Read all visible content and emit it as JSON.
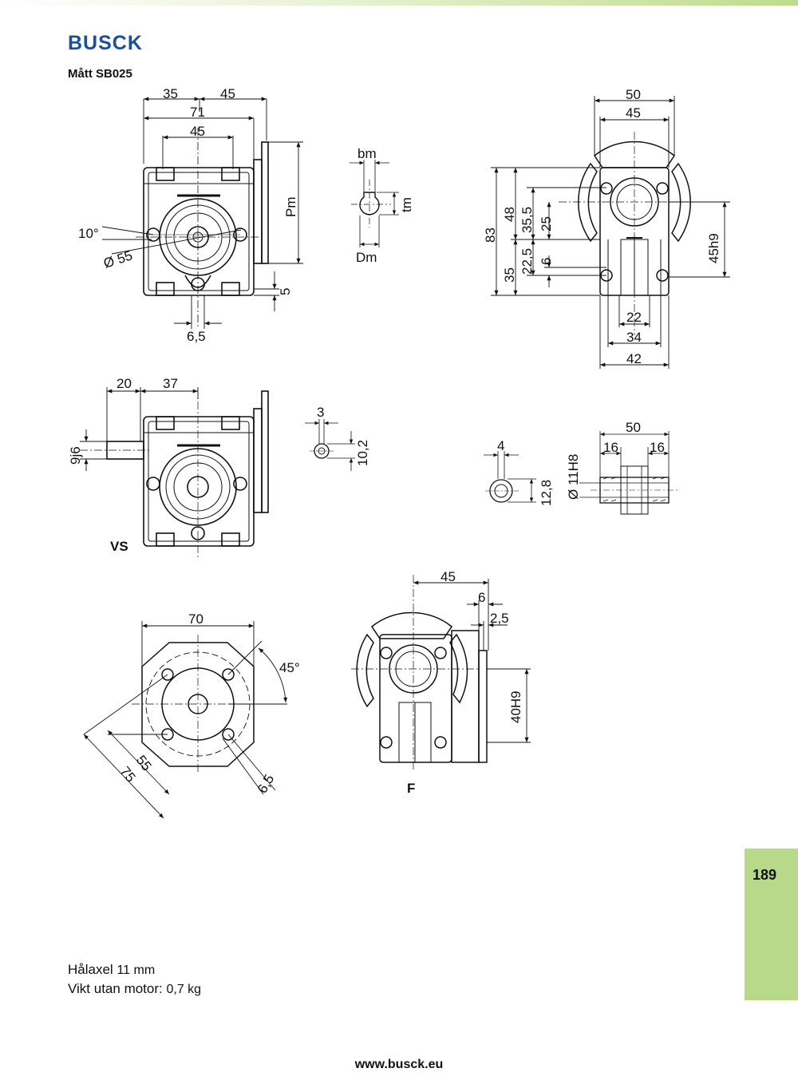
{
  "header": {
    "brand": "BUSCK",
    "title": "Mått SB025"
  },
  "views": {
    "front": {
      "dims": {
        "w35": "35",
        "w45a": "45",
        "w71": "71",
        "w45b": "45",
        "pm": "Pm",
        "angle": "10°",
        "dia": "Ø 55",
        "h5": "5",
        "w6_5": "6,5"
      }
    },
    "keyway": {
      "bm": "bm",
      "tm": "tm",
      "dm": "Dm"
    },
    "side": {
      "dims": {
        "w50": "50",
        "w45": "45",
        "h83": "83",
        "h48": "48",
        "h35_5": "35,5",
        "h25": "25",
        "h22_5": "22,5",
        "h6": "6",
        "h35": "35",
        "h45h9": "45h9",
        "w22": "22",
        "w34": "34",
        "w42": "42"
      }
    },
    "vs": {
      "label": "VS",
      "dims": {
        "w20": "20",
        "w37": "37",
        "d9j6": "9j6"
      }
    },
    "shaft_key": {
      "w3": "3",
      "h10_2": "10,2"
    },
    "hollow_key": {
      "w4": "4",
      "h12_8": "12,8"
    },
    "hollow_section": {
      "w50": "50",
      "w16a": "16",
      "w16b": "16",
      "dia": "Ø 11H8"
    },
    "flange": {
      "w70": "70",
      "angle": "45°",
      "d55": "55",
      "d75": "75",
      "d6_5": "6,5"
    },
    "f_view": {
      "label": "F",
      "dims": {
        "w45": "45",
        "w6": "6",
        "w2_5": "2,5",
        "d40h9": "40H9"
      }
    }
  },
  "page_number": "189",
  "info": {
    "shaft_label": "Hålaxel",
    "shaft_value": "11 mm",
    "weight_label": "Vikt utan motor:",
    "weight_value": "0,7 kg"
  },
  "footer": {
    "url": "www.busck.eu"
  },
  "colors": {
    "brand": "#1b4f9c",
    "tab": "#b8d98a"
  }
}
